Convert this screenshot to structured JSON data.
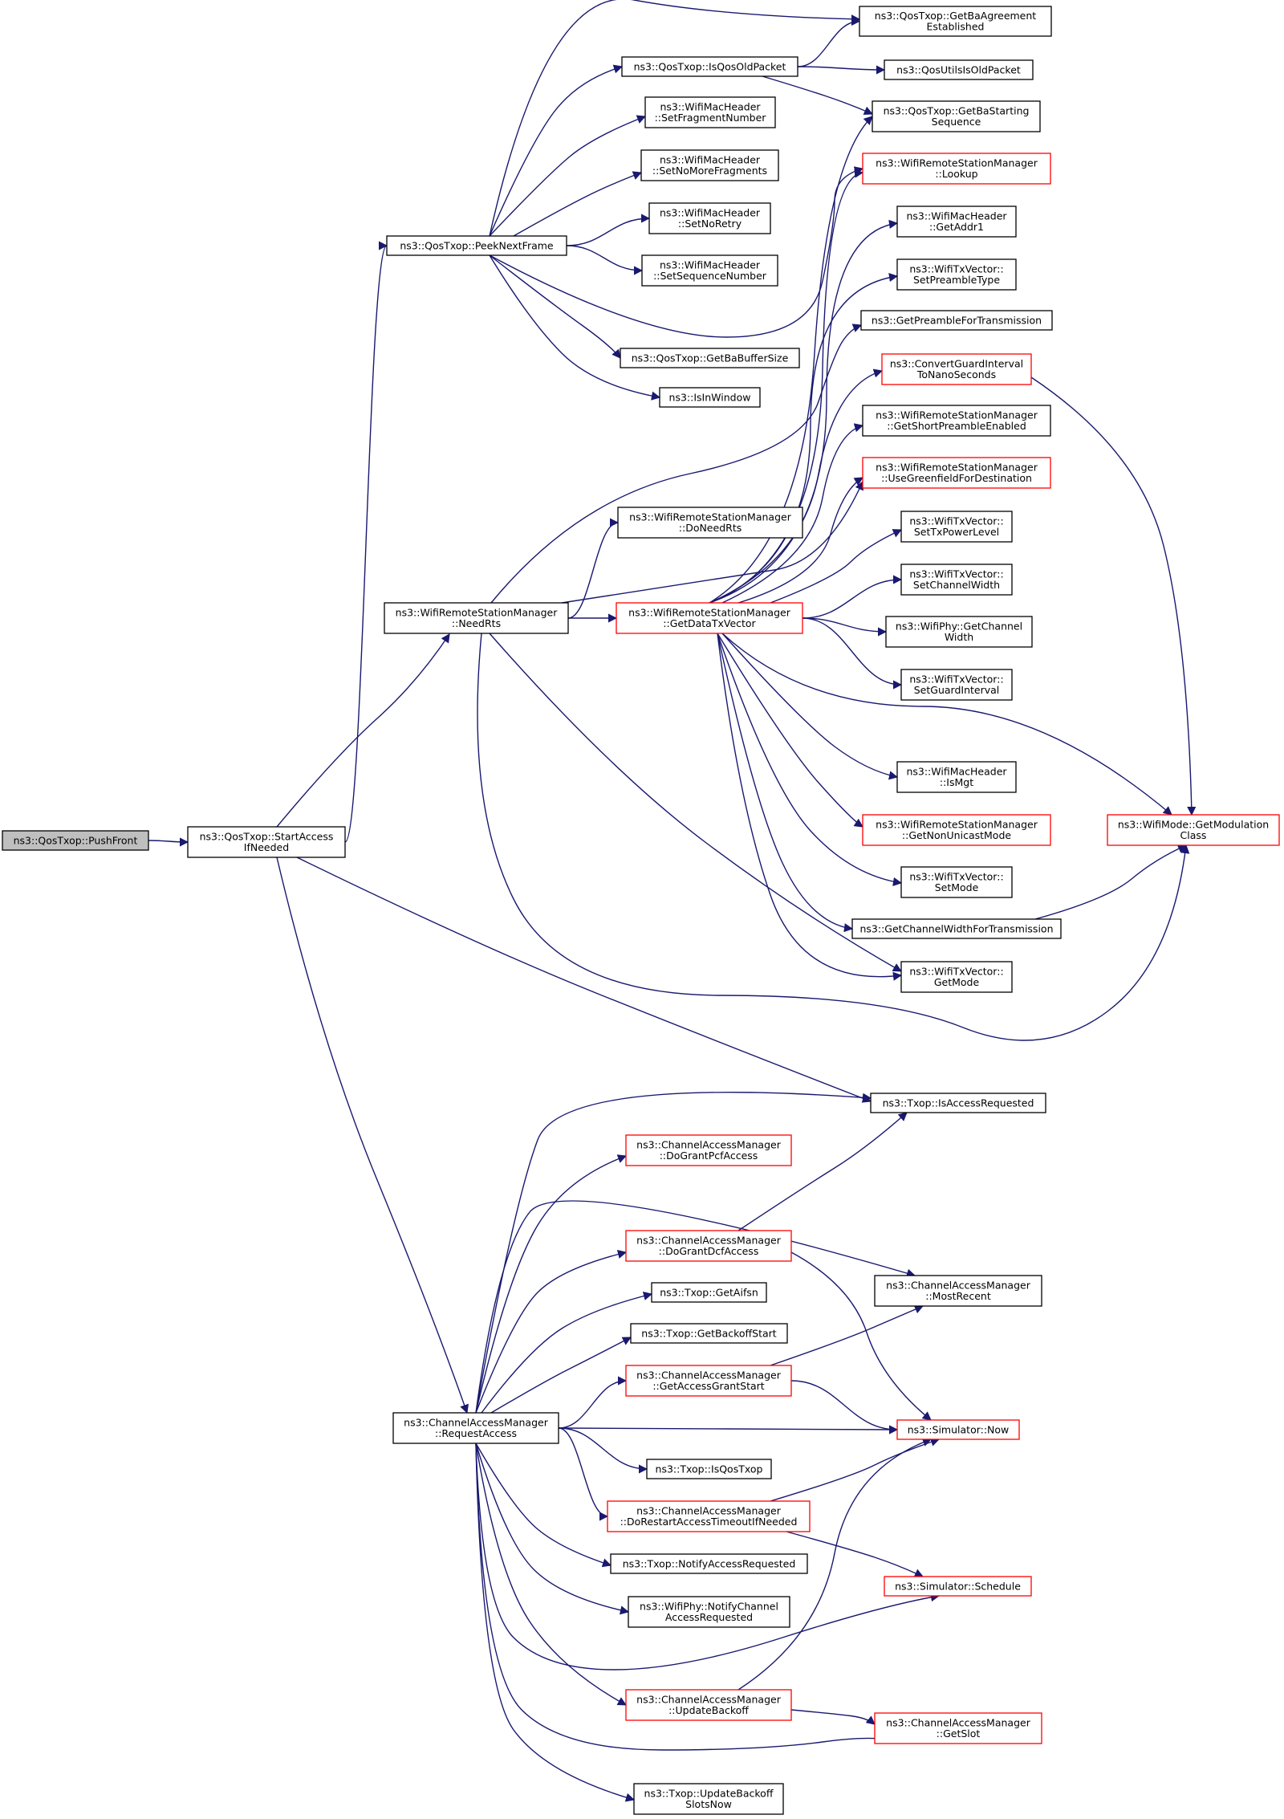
{
  "colors": {
    "edge": "#191970",
    "node_fill": "#ffffff",
    "root_fill": "#bfbfbf",
    "border_normal": "#000000",
    "border_truncated": "#ff0000"
  },
  "nodes": [
    {
      "id": "push_front",
      "lines": [
        "ns3::QosTxop::PushFront"
      ],
      "style": "root"
    },
    {
      "id": "start_access",
      "lines": [
        "ns3::QosTxop::StartAccess",
        "IfNeeded"
      ],
      "style": "normal"
    },
    {
      "id": "peek_next",
      "lines": [
        "ns3::QosTxop::PeekNextFrame"
      ],
      "style": "normal"
    },
    {
      "id": "is_qos_old",
      "lines": [
        "ns3::QosTxop::IsQosOldPacket"
      ],
      "style": "normal"
    },
    {
      "id": "ba_agree",
      "lines": [
        "ns3::QosTxop::GetBaAgreement",
        "Established"
      ],
      "style": "normal"
    },
    {
      "id": "qos_utils_old",
      "lines": [
        "ns3::QosUtilsIsOldPacket"
      ],
      "style": "normal"
    },
    {
      "id": "ba_start_seq",
      "lines": [
        "ns3::QosTxop::GetBaStarting",
        "Sequence"
      ],
      "style": "normal"
    },
    {
      "id": "set_frag",
      "lines": [
        "ns3::WifiMacHeader",
        "::SetFragmentNumber"
      ],
      "style": "normal"
    },
    {
      "id": "set_no_more",
      "lines": [
        "ns3::WifiMacHeader",
        "::SetNoMoreFragments"
      ],
      "style": "normal"
    },
    {
      "id": "set_no_retry",
      "lines": [
        "ns3::WifiMacHeader",
        "::SetNoRetry"
      ],
      "style": "normal"
    },
    {
      "id": "set_seq",
      "lines": [
        "ns3::WifiMacHeader",
        "::SetSequenceNumber"
      ],
      "style": "normal"
    },
    {
      "id": "ba_buffer",
      "lines": [
        "ns3::QosTxop::GetBaBufferSize"
      ],
      "style": "normal"
    },
    {
      "id": "is_in_window",
      "lines": [
        "ns3::IsInWindow"
      ],
      "style": "normal"
    },
    {
      "id": "lookup",
      "lines": [
        "ns3::WifiRemoteStationManager",
        "::Lookup"
      ],
      "style": "truncated"
    },
    {
      "id": "get_addr1",
      "lines": [
        "ns3::WifiMacHeader",
        "::GetAddr1"
      ],
      "style": "normal"
    },
    {
      "id": "set_preamble",
      "lines": [
        "ns3::WifiTxVector::",
        "SetPreambleType"
      ],
      "style": "normal"
    },
    {
      "id": "preamble_tx",
      "lines": [
        "ns3::GetPreambleForTransmission"
      ],
      "style": "normal"
    },
    {
      "id": "convert_gi",
      "lines": [
        "ns3::ConvertGuardInterval",
        "ToNanoSeconds"
      ],
      "style": "truncated"
    },
    {
      "id": "short_preamble",
      "lines": [
        "ns3::WifiRemoteStationManager",
        "::GetShortPreambleEnabled"
      ],
      "style": "normal"
    },
    {
      "id": "greenfield",
      "lines": [
        "ns3::WifiRemoteStationManager",
        "::UseGreenfieldForDestination"
      ],
      "style": "truncated"
    },
    {
      "id": "do_need_rts",
      "lines": [
        "ns3::WifiRemoteStationManager",
        "::DoNeedRts"
      ],
      "style": "normal"
    },
    {
      "id": "need_rts",
      "lines": [
        "ns3::WifiRemoteStationManager",
        "::NeedRts"
      ],
      "style": "normal"
    },
    {
      "id": "data_tx_vector",
      "lines": [
        "ns3::WifiRemoteStationManager",
        "::GetDataTxVector"
      ],
      "style": "truncated"
    },
    {
      "id": "set_tx_power",
      "lines": [
        "ns3::WifiTxVector::",
        "SetTxPowerLevel"
      ],
      "style": "normal"
    },
    {
      "id": "set_ch_width",
      "lines": [
        "ns3::WifiTxVector::",
        "SetChannelWidth"
      ],
      "style": "normal"
    },
    {
      "id": "phy_ch_width",
      "lines": [
        "ns3::WifiPhy::GetChannel",
        "Width"
      ],
      "style": "normal"
    },
    {
      "id": "set_gi",
      "lines": [
        "ns3::WifiTxVector::",
        "SetGuardInterval"
      ],
      "style": "normal"
    },
    {
      "id": "is_mgt",
      "lines": [
        "ns3::WifiMacHeader",
        "::IsMgt"
      ],
      "style": "normal"
    },
    {
      "id": "non_unicast",
      "lines": [
        "ns3::WifiRemoteStationManager",
        "::GetNonUnicastMode"
      ],
      "style": "truncated"
    },
    {
      "id": "set_mode",
      "lines": [
        "ns3::WifiTxVector::",
        "SetMode"
      ],
      "style": "normal"
    },
    {
      "id": "ch_width_tx",
      "lines": [
        "ns3::GetChannelWidthForTransmission"
      ],
      "style": "normal"
    },
    {
      "id": "get_mode",
      "lines": [
        "ns3::WifiTxVector::",
        "GetMode"
      ],
      "style": "normal"
    },
    {
      "id": "mod_class",
      "lines": [
        "ns3::WifiMode::GetModulation",
        "Class"
      ],
      "style": "truncated"
    },
    {
      "id": "is_access_req",
      "lines": [
        "ns3::Txop::IsAccessRequested"
      ],
      "style": "normal"
    },
    {
      "id": "grant_pcf",
      "lines": [
        "ns3::ChannelAccessManager",
        "::DoGrantPcfAccess"
      ],
      "style": "truncated"
    },
    {
      "id": "grant_dcf",
      "lines": [
        "ns3::ChannelAccessManager",
        "::DoGrantDcfAccess"
      ],
      "style": "truncated"
    },
    {
      "id": "most_recent",
      "lines": [
        "ns3::ChannelAccessManager",
        "::MostRecent"
      ],
      "style": "normal"
    },
    {
      "id": "get_aifsn",
      "lines": [
        "ns3::Txop::GetAifsn"
      ],
      "style": "normal"
    },
    {
      "id": "backoff_start",
      "lines": [
        "ns3::Txop::GetBackoffStart"
      ],
      "style": "normal"
    },
    {
      "id": "grant_start",
      "lines": [
        "ns3::ChannelAccessManager",
        "::GetAccessGrantStart"
      ],
      "style": "truncated"
    },
    {
      "id": "request_access",
      "lines": [
        "ns3::ChannelAccessManager",
        "::RequestAccess"
      ],
      "style": "normal"
    },
    {
      "id": "sim_now",
      "lines": [
        "ns3::Simulator::Now"
      ],
      "style": "truncated"
    },
    {
      "id": "is_qos_txop",
      "lines": [
        "ns3::Txop::IsQosTxop"
      ],
      "style": "normal"
    },
    {
      "id": "restart_timeout",
      "lines": [
        "ns3::ChannelAccessManager",
        "::DoRestartAccessTimeoutIfNeeded"
      ],
      "style": "truncated"
    },
    {
      "id": "notify_access",
      "lines": [
        "ns3::Txop::NotifyAccessRequested"
      ],
      "style": "normal"
    },
    {
      "id": "sim_schedule",
      "lines": [
        "ns3::Simulator::Schedule"
      ],
      "style": "truncated"
    },
    {
      "id": "phy_notify",
      "lines": [
        "ns3::WifiPhy::NotifyChannel",
        "AccessRequested"
      ],
      "style": "normal"
    },
    {
      "id": "update_backoff",
      "lines": [
        "ns3::ChannelAccessManager",
        "::UpdateBackoff"
      ],
      "style": "truncated"
    },
    {
      "id": "get_slot",
      "lines": [
        "ns3::ChannelAccessManager",
        "::GetSlot"
      ],
      "style": "truncated"
    },
    {
      "id": "update_slots",
      "lines": [
        "ns3::Txop::UpdateBackoff",
        "SlotsNow"
      ],
      "style": "normal"
    }
  ],
  "edges": [
    [
      "push_front",
      "start_access"
    ],
    [
      "start_access",
      "peek_next"
    ],
    [
      "start_access",
      "need_rts"
    ],
    [
      "start_access",
      "is_access_req"
    ],
    [
      "start_access",
      "request_access"
    ],
    [
      "peek_next",
      "ba_agree"
    ],
    [
      "peek_next",
      "is_qos_old"
    ],
    [
      "peek_next",
      "set_frag"
    ],
    [
      "peek_next",
      "set_no_more"
    ],
    [
      "peek_next",
      "set_no_retry"
    ],
    [
      "peek_next",
      "set_seq"
    ],
    [
      "peek_next",
      "lookup"
    ],
    [
      "peek_next",
      "ba_buffer"
    ],
    [
      "peek_next",
      "is_in_window"
    ],
    [
      "is_qos_old",
      "ba_agree"
    ],
    [
      "is_qos_old",
      "qos_utils_old"
    ],
    [
      "is_qos_old",
      "ba_start_seq"
    ],
    [
      "need_rts",
      "preamble_tx"
    ],
    [
      "need_rts",
      "do_need_rts"
    ],
    [
      "need_rts",
      "greenfield"
    ],
    [
      "need_rts",
      "data_tx_vector"
    ],
    [
      "need_rts",
      "get_mode"
    ],
    [
      "need_rts",
      "mod_class"
    ],
    [
      "data_tx_vector",
      "ba_start_seq"
    ],
    [
      "data_tx_vector",
      "lookup"
    ],
    [
      "data_tx_vector",
      "get_addr1"
    ],
    [
      "data_tx_vector",
      "set_preamble"
    ],
    [
      "data_tx_vector",
      "convert_gi"
    ],
    [
      "data_tx_vector",
      "short_preamble"
    ],
    [
      "data_tx_vector",
      "greenfield"
    ],
    [
      "data_tx_vector",
      "set_tx_power"
    ],
    [
      "data_tx_vector",
      "set_ch_width"
    ],
    [
      "data_tx_vector",
      "phy_ch_width"
    ],
    [
      "data_tx_vector",
      "set_gi"
    ],
    [
      "data_tx_vector",
      "mod_class"
    ],
    [
      "data_tx_vector",
      "is_mgt"
    ],
    [
      "data_tx_vector",
      "non_unicast"
    ],
    [
      "data_tx_vector",
      "set_mode"
    ],
    [
      "data_tx_vector",
      "ch_width_tx"
    ],
    [
      "data_tx_vector",
      "get_mode"
    ],
    [
      "convert_gi",
      "mod_class"
    ],
    [
      "ch_width_tx",
      "mod_class"
    ],
    [
      "request_access",
      "is_access_req"
    ],
    [
      "request_access",
      "grant_pcf"
    ],
    [
      "request_access",
      "most_recent"
    ],
    [
      "request_access",
      "grant_dcf"
    ],
    [
      "request_access",
      "get_aifsn"
    ],
    [
      "request_access",
      "backoff_start"
    ],
    [
      "request_access",
      "grant_start"
    ],
    [
      "request_access",
      "sim_now"
    ],
    [
      "request_access",
      "is_qos_txop"
    ],
    [
      "request_access",
      "restart_timeout"
    ],
    [
      "request_access",
      "notify_access"
    ],
    [
      "request_access",
      "phy_notify"
    ],
    [
      "request_access",
      "sim_schedule"
    ],
    [
      "request_access",
      "update_backoff"
    ],
    [
      "request_access",
      "get_slot"
    ],
    [
      "request_access",
      "update_slots"
    ],
    [
      "grant_dcf",
      "is_access_req"
    ],
    [
      "grant_dcf",
      "sim_now"
    ],
    [
      "grant_start",
      "most_recent"
    ],
    [
      "grant_start",
      "sim_now"
    ],
    [
      "restart_timeout",
      "sim_now"
    ],
    [
      "restart_timeout",
      "sim_schedule"
    ],
    [
      "update_backoff",
      "sim_now"
    ],
    [
      "update_backoff",
      "get_slot"
    ]
  ]
}
